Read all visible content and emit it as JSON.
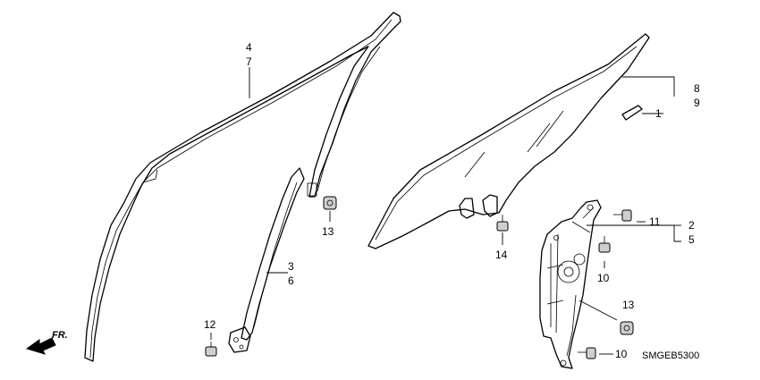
{
  "diagram_code": "SMGEB5300",
  "direction_arrow": "FR.",
  "callouts": {
    "c4": "4",
    "c7": "7",
    "c3": "3",
    "c6": "6",
    "c8": "8",
    "c9": "9",
    "c1": "1",
    "c11": "11",
    "c2": "2",
    "c5": "5",
    "c10a": "10",
    "c10b": "10",
    "c13a": "13",
    "c13b": "13",
    "c14": "14",
    "c12": "12"
  }
}
